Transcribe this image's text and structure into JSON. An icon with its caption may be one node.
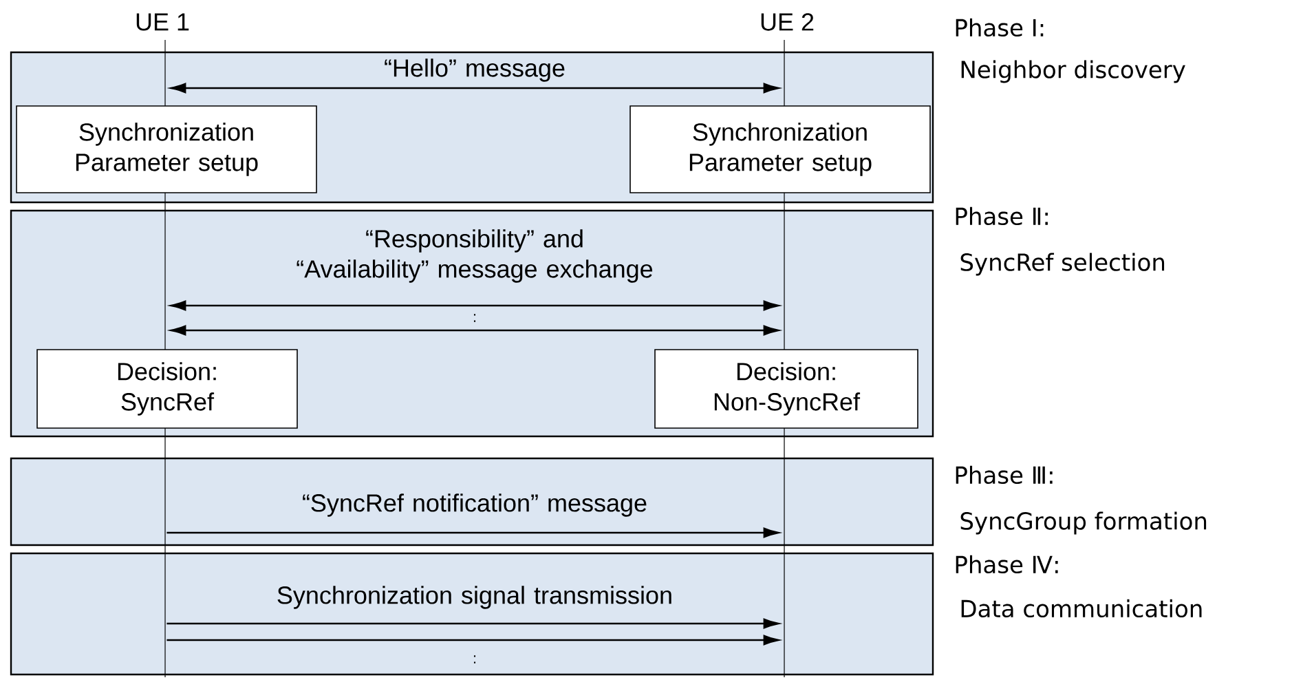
{
  "diagram": {
    "nodes": [
      {
        "text": [],
        "shape": "line",
        "beside": [
          "UE 1"
        ]
      },
      {
        "text": [],
        "shape": "line",
        "beside": [
          "UE 2"
        ]
      },
      {
        "text": [
          "Synchronization Parameter setup"
        ]
      },
      {
        "text": [
          "Synchronization Parameter setup"
        ]
      },
      {
        "text": [
          "Decision: SyncRef"
        ]
      },
      {
        "text": [
          "Decision: Non-SyncRef"
        ]
      }
    ],
    "edges": [
      {
        "from": 0,
        "to": 1,
        "arrow": "both",
        "label": "“Hello” message"
      },
      {
        "from": 0,
        "to": 1,
        "arrow": "both",
        "label": "“Responsibility” and “Availability” message exchange"
      },
      {
        "from": 0,
        "to": 1,
        "arrow": "both"
      },
      {
        "from": 0,
        "to": 1,
        "arrow": "to",
        "label": "“SyncRef notification” message"
      },
      {
        "from": 0,
        "to": 1,
        "arrow": "to",
        "label": "Synchronization signal transmission"
      },
      {
        "from": 0,
        "to": 1,
        "arrow": "to"
      }
    ],
    "labels": [
      "Phase Ⅰ:",
      "Neighbor discovery",
      "Phase Ⅱ:",
      "SyncRef selection",
      ":",
      "Phase Ⅲ:",
      "SyncGroup formation",
      "Phase Ⅳ:",
      "Data communication",
      ":"
    ]
  }
}
